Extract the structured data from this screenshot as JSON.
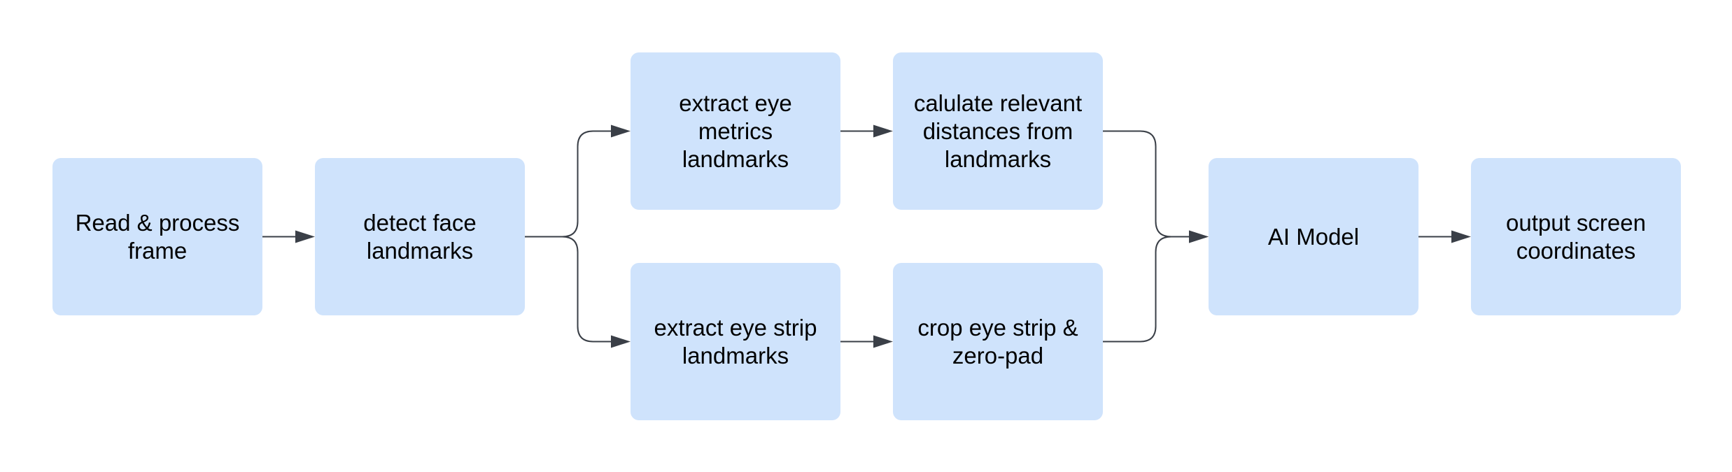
{
  "nodes": [
    {
      "id": "read",
      "lines": [
        "Read & process",
        "frame"
      ]
    },
    {
      "id": "detect",
      "lines": [
        "detect face",
        "landmarks"
      ]
    },
    {
      "id": "metrics",
      "lines": [
        "extract eye",
        "metrics",
        "landmarks"
      ]
    },
    {
      "id": "calc",
      "lines": [
        "calulate relevant",
        "distances from",
        "landmarks"
      ]
    },
    {
      "id": "strip",
      "lines": [
        "extract eye strip",
        "landmarks"
      ]
    },
    {
      "id": "crop",
      "lines": [
        "crop eye strip &",
        "zero-pad"
      ]
    },
    {
      "id": "model",
      "lines": [
        "AI Model"
      ]
    },
    {
      "id": "output",
      "lines": [
        "output screen",
        "coordinates"
      ]
    }
  ],
  "edges": [
    {
      "from": "read",
      "to": "detect"
    },
    {
      "from": "detect",
      "to": "metrics"
    },
    {
      "from": "detect",
      "to": "strip"
    },
    {
      "from": "metrics",
      "to": "calc"
    },
    {
      "from": "strip",
      "to": "crop"
    },
    {
      "from": "calc",
      "to": "model"
    },
    {
      "from": "crop",
      "to": "model"
    },
    {
      "from": "model",
      "to": "output"
    }
  ],
  "colors": {
    "node_fill": "#cfe3fc",
    "connector": "#3a3f47",
    "text": "#000000"
  }
}
